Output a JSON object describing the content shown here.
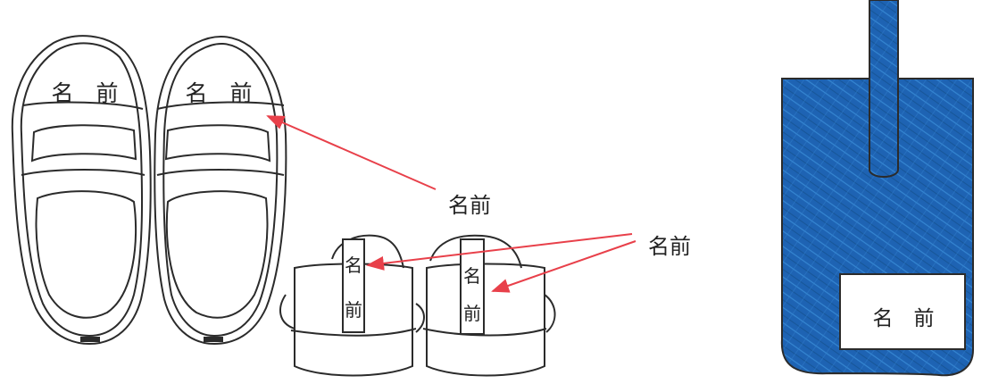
{
  "labels": {
    "left_shoe_toe": "名　前",
    "right_shoe_toe": "名　前",
    "callout_top": "名前",
    "heel_left_v1": "名",
    "heel_left_v2": "前",
    "heel_right_v1": "名",
    "heel_right_v2": "前",
    "callout_heel": "名前",
    "bag_tag": "名　前"
  },
  "colors": {
    "outline": "#2b2b2b",
    "arrow": "#e8404a",
    "bag_fill": "#1e63b3",
    "bag_stitch": "#3a8fd9",
    "tag_fill": "#ffffff"
  }
}
